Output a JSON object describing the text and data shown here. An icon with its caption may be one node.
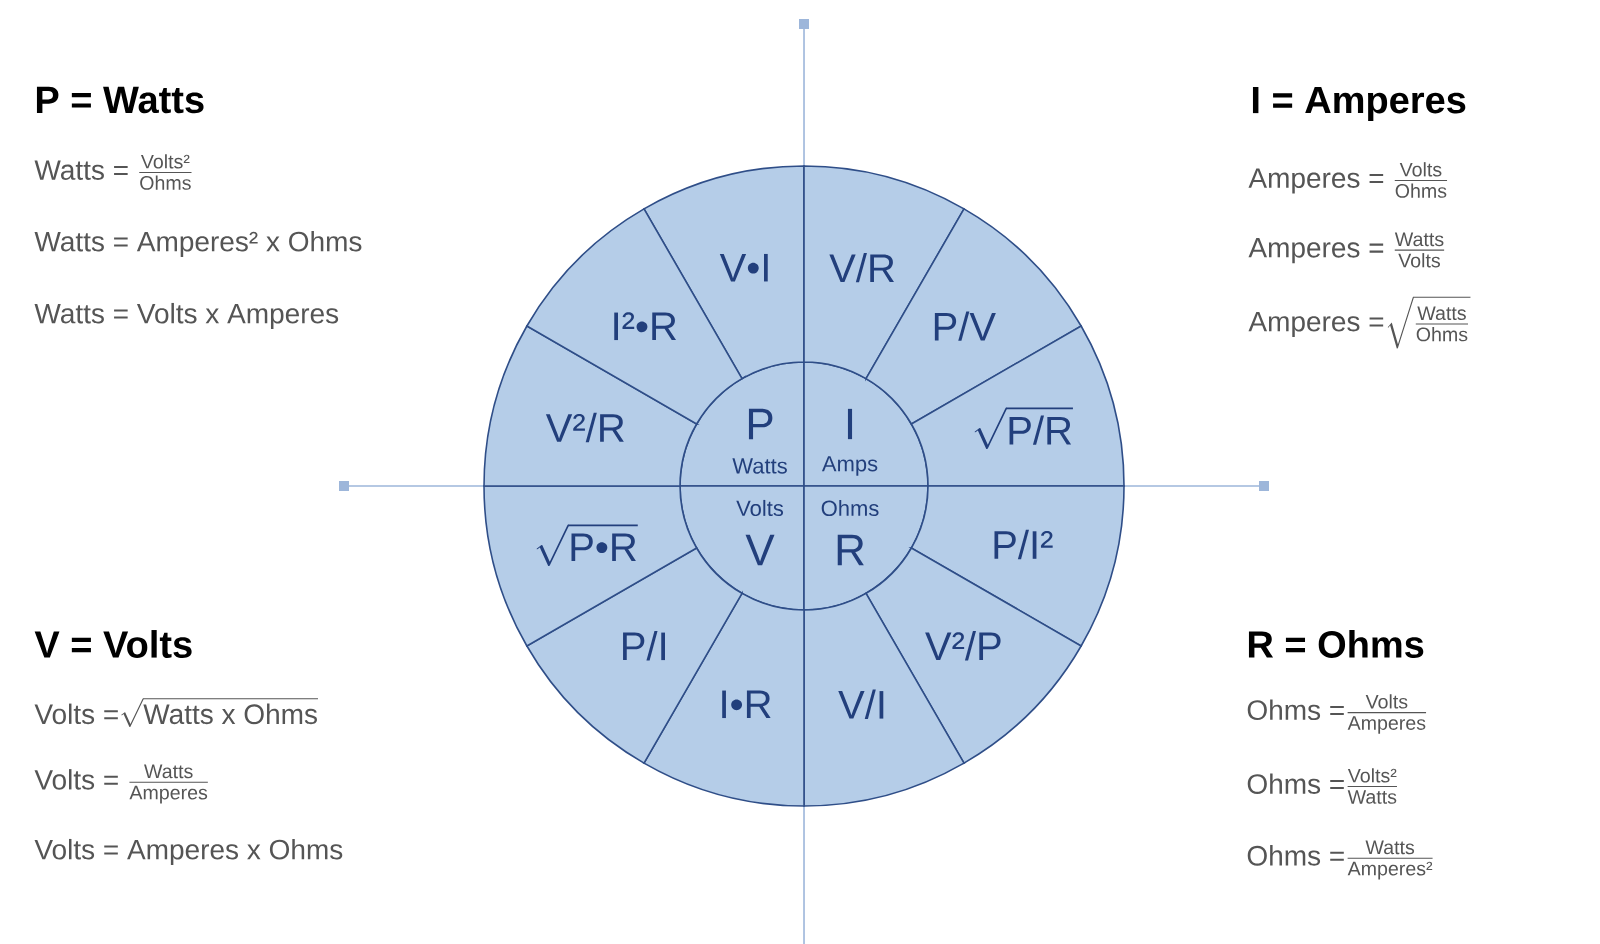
{
  "diagram": {
    "nodes": [
      {
        "text": [
          "P",
          "Watts"
        ]
      },
      {
        "text": [
          "I",
          "Amps"
        ]
      },
      {
        "text": [
          "Volts",
          "V"
        ]
      },
      {
        "text": [
          "Ohms",
          "R"
        ]
      },
      {
        "text": [
          "V•I"
        ]
      },
      {
        "text": [
          "V/R"
        ]
      },
      {
        "text": [
          "P/V"
        ]
      },
      {
        "text": [
          "\\sqrt{\\text{P/R}}"
        ]
      },
      {
        "text": [
          "P/I²"
        ]
      },
      {
        "text": [
          "V²/P"
        ]
      },
      {
        "text": [
          "V/I"
        ]
      },
      {
        "text": [
          "I•R"
        ]
      },
      {
        "text": [
          "P/I"
        ]
      },
      {
        "text": [
          "\\sqrt{\\text{P•R}}"
        ]
      },
      {
        "text": [
          "V²/R"
        ]
      },
      {
        "text": [
          "I²•R"
        ]
      }
    ],
    "labels": [
      "P = Watts",
      "\\text{Watts = }\\frac{\\text{Volts²}}{\\text{Ohms}}",
      "Watts = Amperes² x Ohms",
      "Watts = Volts x Amperes",
      "I = Amperes",
      "\\text{Amperes = }\\frac{\\text{Volts}}{\\text{Ohms}}",
      "\\text{Amperes = }\\frac{\\text{Watts}}{\\text{Volts}}",
      "\\text{Amperes =}\\sqrt{\\frac{\\text{Watts}}{\\text{Ohms}}}",
      "V = Volts",
      "\\text{Volts =}\\sqrt{\\text{Watts x Ohms}}",
      "\\text{Volts = }\\frac{\\text{Watts}}{\\text{Amperes}}",
      "Volts = Amperes x Ohms",
      "R = Ohms",
      "\\text{Ohms =}\\frac{\\text{Volts}}{\\text{Amperes}}",
      "\\text{Ohms =}\\frac{\\text{Volts²}}{\\text{Watts}}",
      "\\text{Ohms =}\\frac{\\text{Watts}}{\\text{Amperes²}}"
    ]
  }
}
